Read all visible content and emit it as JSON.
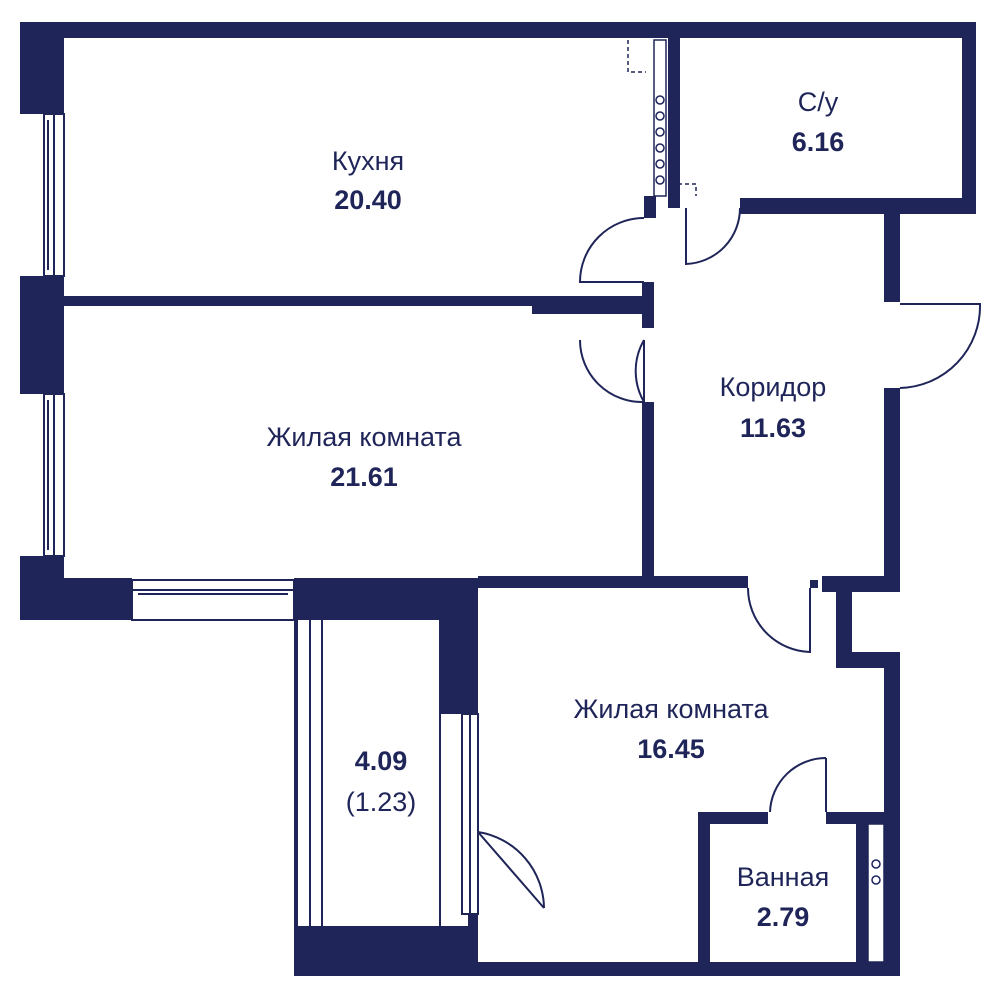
{
  "colors": {
    "wall": "#1f2558",
    "background": "#ffffff",
    "text": "#1f2558"
  },
  "rooms": {
    "kitchen": {
      "name": "Кухня",
      "area": "20.40"
    },
    "wc": {
      "name": "С/у",
      "area": "6.16"
    },
    "corridor": {
      "name": "Коридор",
      "area": "11.63"
    },
    "living_room_1": {
      "name": "Жилая комната",
      "area": "21.61"
    },
    "living_room_2": {
      "name": "Жилая комната",
      "area": "16.45"
    },
    "bathroom": {
      "name": "Ванная",
      "area": "2.79"
    },
    "balcony": {
      "area": "4.09",
      "area_reduced": "(1.23)"
    }
  }
}
